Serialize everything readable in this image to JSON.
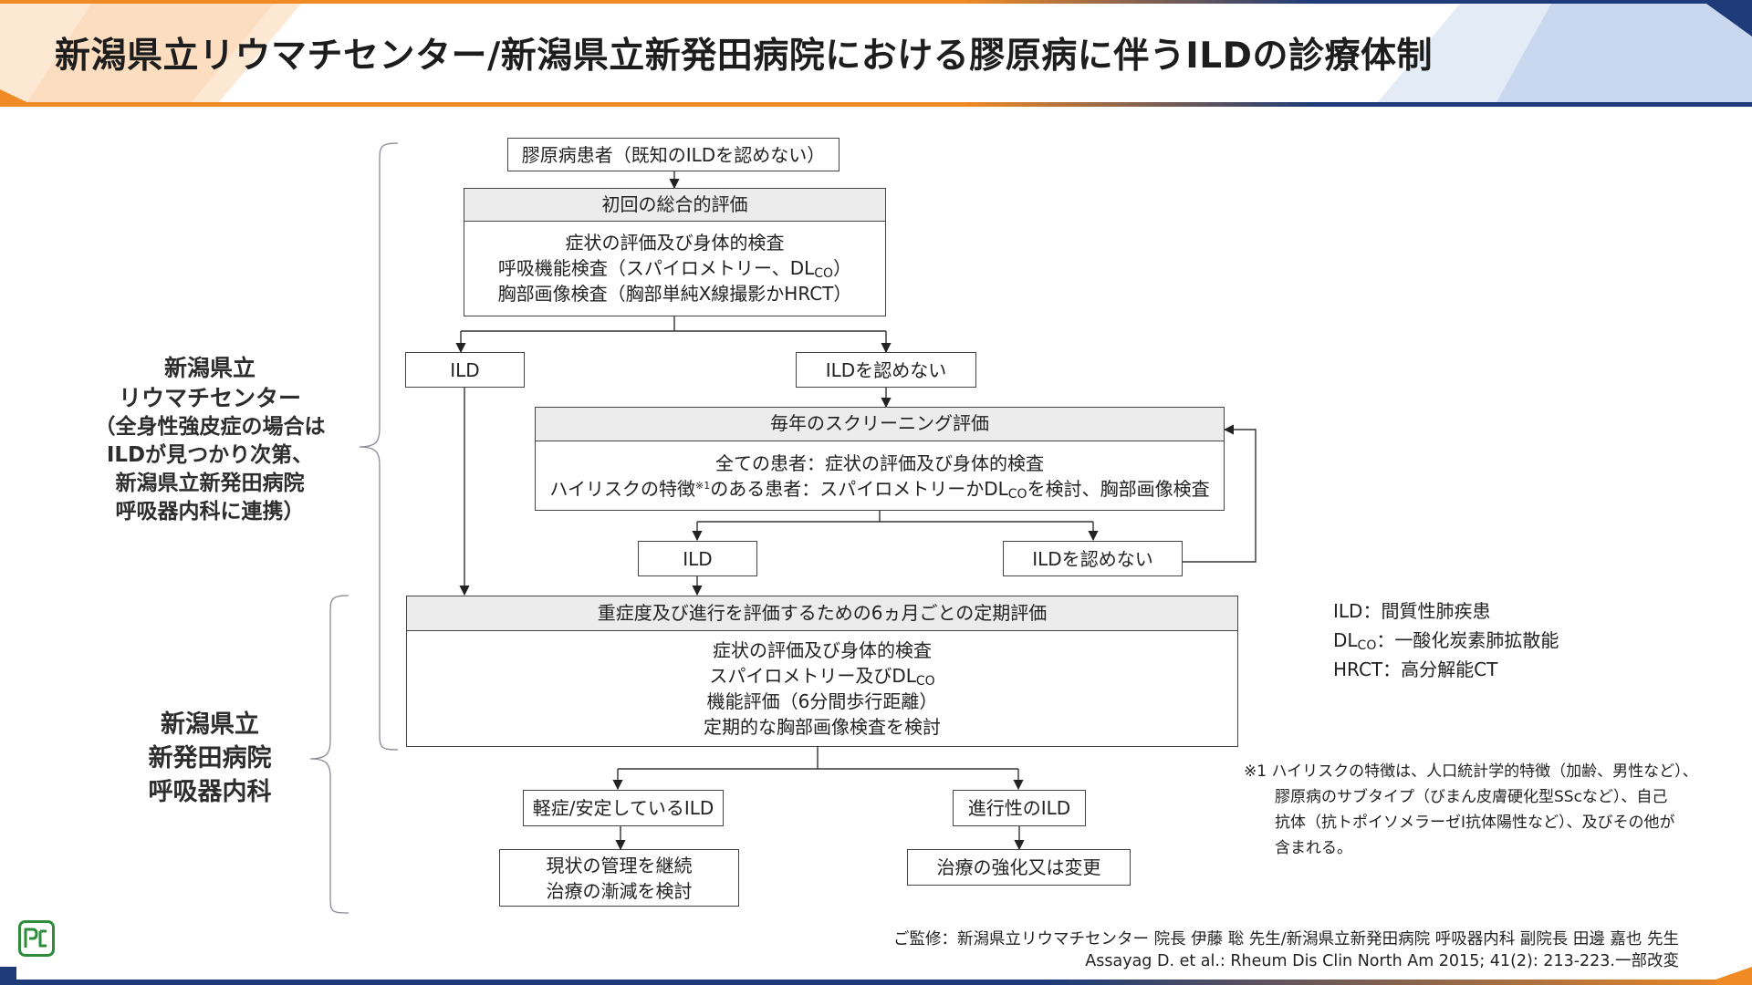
{
  "header": {
    "title": "新潟県立リウマチセンター/新潟県立新発田病院における膠原病に伴うILDの診療体制"
  },
  "side_labels": {
    "rheumatology": [
      "新潟県立",
      "リウマチセンター"
    ],
    "rheumatology_note": [
      "（全身性強皮症の場合は",
      "ILDが見つかり次第、",
      "新潟県立新発田病院",
      "呼吸器内科に連携）"
    ],
    "respiratory": [
      "新潟県立",
      "新発田病院",
      "呼吸器内科"
    ]
  },
  "flow": {
    "patient": "膠原病患者（既知のILDを認めない）",
    "initial": {
      "head": "初回の総合的評価",
      "l1": "症状の評価及び身体的検査",
      "l2_pre": "呼吸機能検査（スパイロメトリー、DL",
      "l2_sub": "CO",
      "l2_post": "）",
      "l3": "胸部画像検査（胸部単純X線撮影かHRCT）"
    },
    "ild_1": "ILD",
    "no_ild_1": "ILDを認めない",
    "screening": {
      "head": "毎年のスクリーニング評価",
      "l1": "全ての患者：症状の評価及び身体的検査",
      "l2_a": "ハイリスクの特徴",
      "l2_sup": "※1",
      "l2_b": "のある患者：スパイロメトリーかDL",
      "l2_sub": "CO",
      "l2_c": "を検討、胸部画像検査"
    },
    "ild_2": "ILD",
    "no_ild_2": "ILDを認めない",
    "periodic": {
      "head": "重症度及び進行を評価するための6ヵ月ごとの定期評価",
      "l1": "症状の評価及び身体的検査",
      "l2_pre": "スパイロメトリー及びDL",
      "l2_sub": "CO",
      "l3": "機能評価（6分間歩行距離）",
      "l4": "定期的な胸部画像検査を検討"
    },
    "mild": "軽症/安定しているILD",
    "progressive": "進行性のILD",
    "continue": [
      "現状の管理を継続",
      "治療の漸減を検討"
    ],
    "intensify": "治療の強化又は変更"
  },
  "abbreviations": {
    "ild": "ILD：間質性肺疾患",
    "dlco_pre": "DL",
    "dlco_sub": "CO",
    "dlco_post": "：一酸化炭素肺拡散能",
    "hrct": "HRCT：高分解能CT"
  },
  "footnote": [
    "※1 ハイリスクの特徴は、人口統計学的特徴（加齢、男性など）、",
    "膠原病のサブタイプ（びまん皮膚硬化型SScなど）、自己",
    "抗体（抗トポイソメラーゼⅠ抗体陽性など）、及びその他が",
    "含まれる。"
  ],
  "credit": {
    "supervisor": "ご監修：新潟県立リウマチセンター 院長 伊藤 聡 先生/新潟県立新発田病院 呼吸器内科 副院長 田邊 嘉也 先生",
    "reference": "Assayag D. et al.: Rheum Dis Clin North Am 2015; 41(2): 213-223.一部改変"
  },
  "logo": {
    "text": "PC",
    "color": "#2e8b3a"
  },
  "colors": {
    "orange": "#f08a24",
    "navy": "#1d3b78",
    "light_blue": "#c9d8ee"
  }
}
